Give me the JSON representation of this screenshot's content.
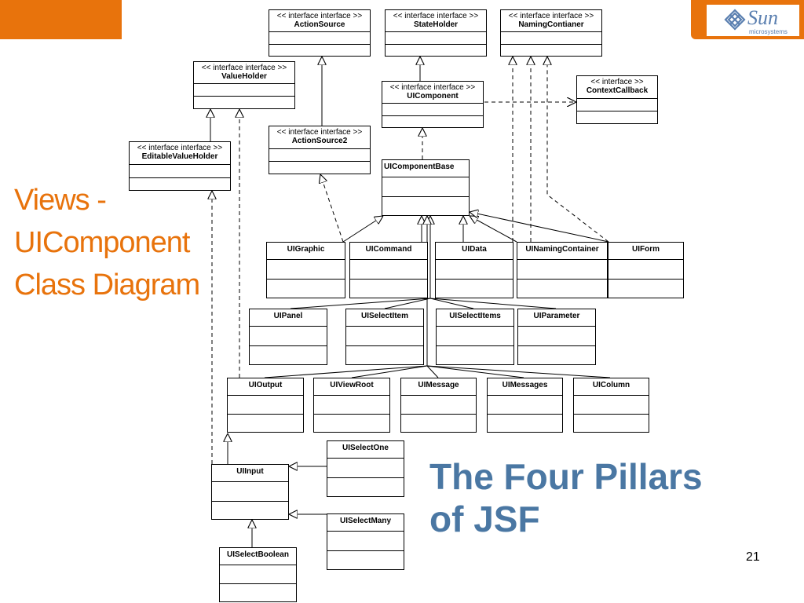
{
  "slide": {
    "title_lines": [
      "Views -",
      "UIComponent",
      "Class Diagram"
    ],
    "subtitle_lines": [
      "The Four Pillars",
      "of JSF"
    ],
    "page_number": "21"
  },
  "logo": {
    "name": "Sun",
    "tagline": "microsystems",
    "icon": "sun-diamond-icon"
  },
  "diagram": {
    "interfaces": [
      {
        "id": "action-source",
        "stereotype": "<< interface interface >>",
        "name": "ActionSource"
      },
      {
        "id": "state-holder",
        "stereotype": "<< interface interface >>",
        "name": "StateHolder"
      },
      {
        "id": "naming-container",
        "stereotype": "<< interface interface >>",
        "name": "NamingContianer"
      },
      {
        "id": "value-holder",
        "stereotype": "<< interface interface >>",
        "name": "ValueHolder"
      },
      {
        "id": "ui-component",
        "stereotype": "<< interface interface >>",
        "name": "UIComponent"
      },
      {
        "id": "context-callback",
        "stereotype": "<< interface >>",
        "name": "ContextCallback"
      },
      {
        "id": "action-source2",
        "stereotype": "<< interface interface >>",
        "name": "ActionSource2"
      },
      {
        "id": "editable-value-holder",
        "stereotype": "<< interface interface >>",
        "name": "EditableValueHolder"
      }
    ],
    "classes": [
      {
        "id": "ui-component-base",
        "name": "UIComponentBase"
      },
      {
        "id": "ui-graphic",
        "name": "UIGraphic"
      },
      {
        "id": "ui-command",
        "name": "UICommand"
      },
      {
        "id": "ui-data",
        "name": "UIData"
      },
      {
        "id": "ui-naming-container",
        "name": "UINamingContainer"
      },
      {
        "id": "ui-form",
        "name": "UIForm"
      },
      {
        "id": "ui-panel",
        "name": "UIPanel"
      },
      {
        "id": "ui-select-item",
        "name": "UISelectItem"
      },
      {
        "id": "ui-select-items",
        "name": "UISelectItems"
      },
      {
        "id": "ui-parameter",
        "name": "UIParameter"
      },
      {
        "id": "ui-output",
        "name": "UIOutput"
      },
      {
        "id": "ui-view-root",
        "name": "UIViewRoot"
      },
      {
        "id": "ui-message",
        "name": "UIMessage"
      },
      {
        "id": "ui-messages",
        "name": "UIMessages"
      },
      {
        "id": "ui-column",
        "name": "UIColumn"
      },
      {
        "id": "ui-select-one",
        "name": "UISelectOne"
      },
      {
        "id": "ui-input",
        "name": "UIInput"
      },
      {
        "id": "ui-select-many",
        "name": "UISelectMany"
      },
      {
        "id": "ui-select-boolean",
        "name": "UISelectBoolean"
      }
    ]
  }
}
